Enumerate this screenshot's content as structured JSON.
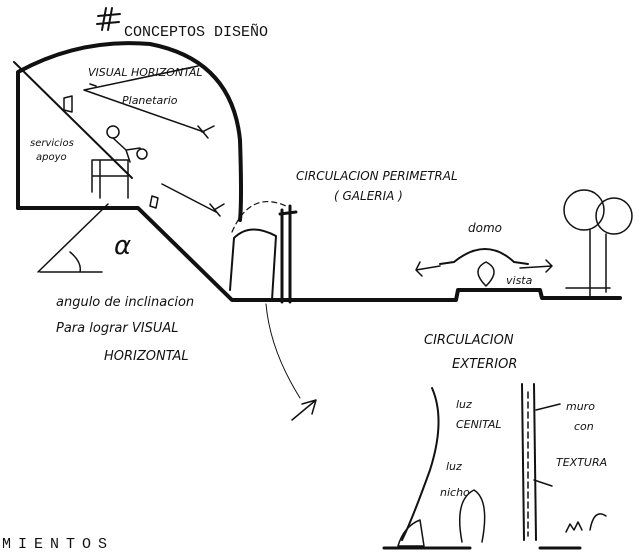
{
  "title": "CONCEPTOS DISEÑO",
  "labels": {
    "visual_horizontal": "VISUAL HORIZONTAL",
    "planetario": "Planetario",
    "servicios": "servicios",
    "apoyo": "apoyo",
    "circulacion_perimetral": "CIRCULACION PERIMETRAL",
    "galeria": "( GALERIA )",
    "domo": "domo",
    "vista": "vista",
    "angulo_line1": "angulo de inclinacion",
    "angulo_line2": "Para lograr VISUAL",
    "angulo_line3": "HORIZONTAL",
    "circulacion_exterior_line1": "CIRCULACION",
    "circulacion_exterior_line2": "EXTERIOR",
    "luz_cenital_line1": "luz",
    "luz_cenital_line2": "CENITAL",
    "muro_line1": "muro",
    "muro_line2": "con",
    "muro_line3": "TEXTURA",
    "luz_line1": "luz",
    "luz_line2": "nicho",
    "alpha_symbol": "α",
    "bottom_text": "MIENTOS"
  }
}
